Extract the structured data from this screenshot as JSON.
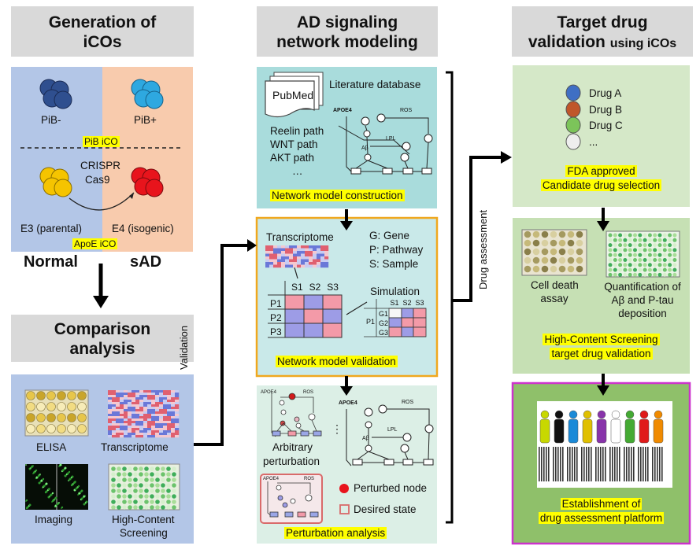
{
  "col1": {
    "header": "Generation of iCOs",
    "pib_minus": "PiB-",
    "pib_plus": "PiB+",
    "pib_ico": "PiB iCO",
    "crispr": "CRISPR",
    "cas9": "Cas9",
    "e3": "E3 (parental)",
    "e4": "E4 (isogenic)",
    "apoe_ico": "ApoE iCO",
    "normal": "Normal",
    "sad": "sAD",
    "comparison_header": "Comparison analysis",
    "elisa": "ELISA",
    "transcriptome": "Transcriptome",
    "imaging": "Imaging",
    "hcs_line1": "High-Content",
    "hcs_line2": "Screening"
  },
  "col2": {
    "header": "AD signaling network modeling",
    "pubmed": "PubMed",
    "literature": "Literature database",
    "paths": [
      "Reelin path",
      "WNT path",
      "AKT path",
      "…"
    ],
    "construction": "Network model construction",
    "transcriptome": "Transcriptome",
    "legend": [
      "G: Gene",
      "P: Pathway",
      "S: Sample"
    ],
    "matrix_cols": [
      "S1",
      "S2",
      "S3"
    ],
    "matrix_rows": [
      "P1",
      "P2",
      "P3"
    ],
    "simulation": "Simulation",
    "sim_cols": [
      "S1",
      "S2",
      "S3"
    ],
    "sim_rows": [
      "G1",
      "G2",
      "G3"
    ],
    "sim_p": "P1",
    "validation": "Network model validation",
    "arbitrary": "Arbitrary",
    "perturbation": "perturbation",
    "perturbed_node": "Perturbed node",
    "desired_state": "Desired state",
    "perturbation_analysis": "Perturbation analysis",
    "net_labels": {
      "apoe4": "APOE4",
      "ros": "ROS",
      "lpl": "LPL",
      "ab": "Aβ"
    }
  },
  "col3": {
    "header_line1": "Target drug",
    "header_line2": "validation",
    "header_small": "using iCOs",
    "drugs": [
      "Drug A",
      "Drug B",
      "Drug C",
      "..."
    ],
    "drug_colors": [
      "#3f6fc4",
      "#c0562a",
      "#7cc45a",
      "#eeeeee"
    ],
    "fda_line1": "FDA approved",
    "fda_line2": "Candidate drug selection",
    "cell_death_1": "Cell death",
    "cell_death_2": "assay",
    "quant_1": "Quantification of",
    "quant_2": "Aβ and P-tau",
    "quant_3": "deposition",
    "hcs_1": "High-Content Screening",
    "hcs_2": "target drug validation",
    "establish_1": "Establishment of",
    "establish_2": "drug assessment platform"
  },
  "arrows": {
    "validation": "Validation",
    "drug_assessment": "Drug assessment"
  },
  "colors": {
    "left_blue": "#b3c6e7",
    "right_orange": "#f8cbad",
    "teal": "#a9dcdc",
    "green_light": "#d5e8c8",
    "highlight": "#ffff00",
    "magenta": "#cc33cc",
    "orange_border": "#f0a81e"
  }
}
